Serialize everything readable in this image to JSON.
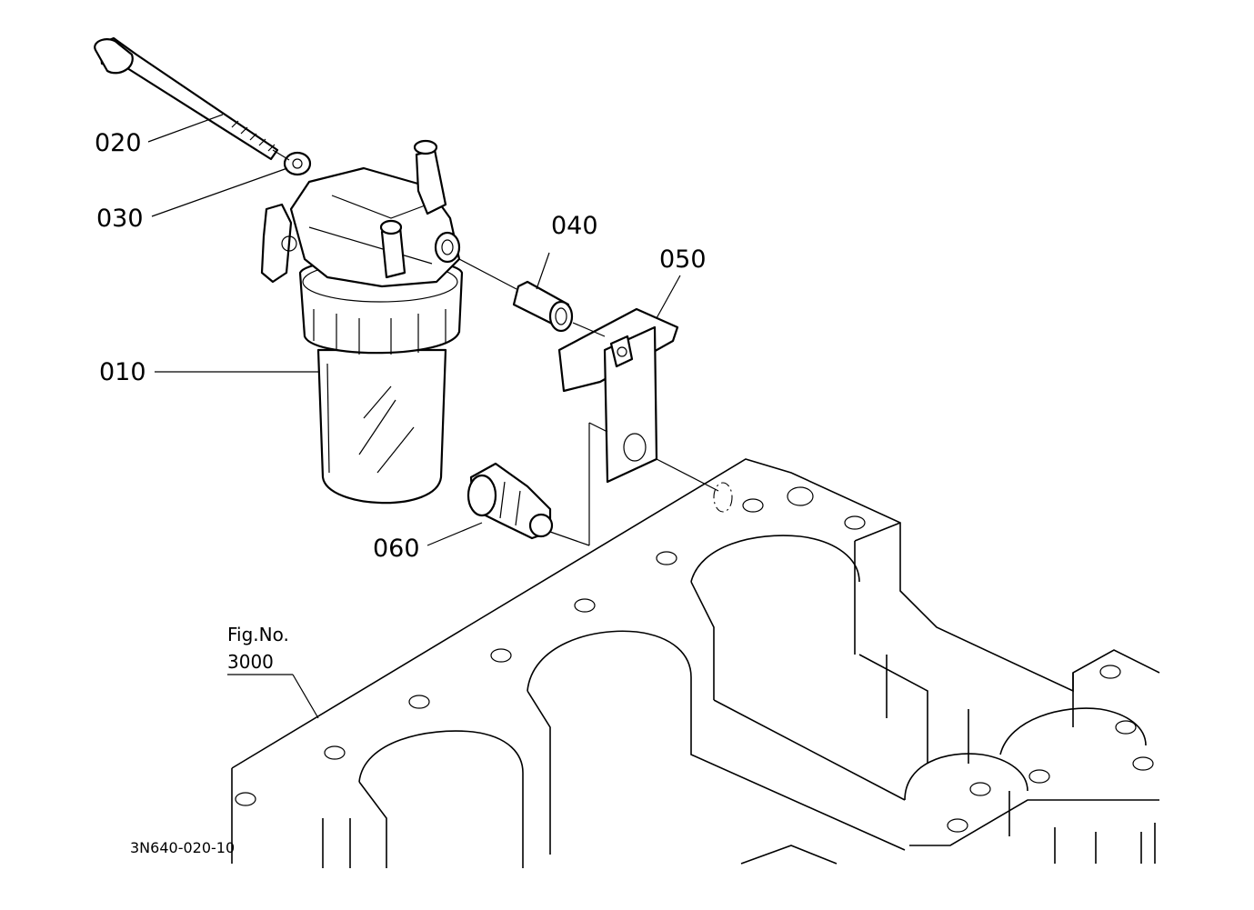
{
  "callouts": {
    "p020": "020",
    "p030": "030",
    "p040": "040",
    "p050": "050",
    "p010": "010",
    "p060": "060"
  },
  "reference": {
    "line1": "Fig.No.",
    "line2": "3000"
  },
  "drawing_code": "3N640-020-10"
}
